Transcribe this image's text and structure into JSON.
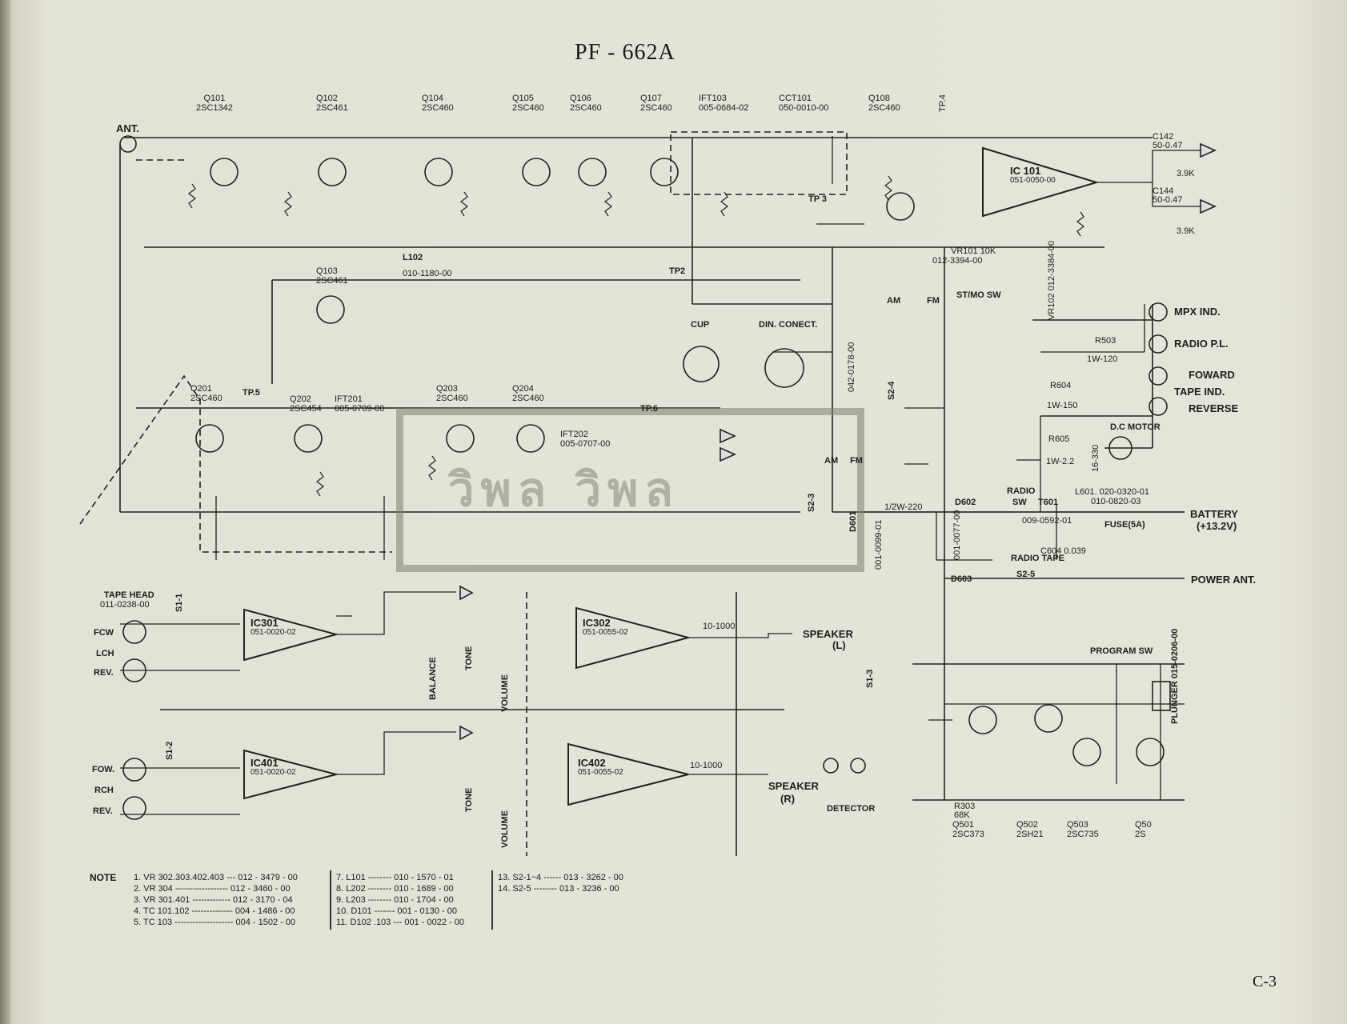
{
  "page": {
    "title": "PF - 662A",
    "page_number": "C-3",
    "watermark": "วิพล วิพล"
  },
  "transistors": [
    {
      "ref": "Q101",
      "part": "2SC1342"
    },
    {
      "ref": "Q102",
      "part": "2SC461"
    },
    {
      "ref": "Q104",
      "part": "2SC460"
    },
    {
      "ref": "Q105",
      "part": "2SC460"
    },
    {
      "ref": "Q106",
      "part": "2SC460"
    },
    {
      "ref": "Q107",
      "part": "2SC460"
    },
    {
      "ref": "IFT103",
      "part": "005-0684-02"
    },
    {
      "ref": "CCT101",
      "part": "050-0010-00"
    },
    {
      "ref": "Q108",
      "part": "2SC460"
    },
    {
      "ref": "Q103",
      "part": "2SC461"
    },
    {
      "ref": "Q201",
      "part": "2SC460"
    },
    {
      "ref": "Q202",
      "part": "2SC454"
    },
    {
      "ref": "IFT201",
      "part": "005-0709-00"
    },
    {
      "ref": "Q203",
      "part": "2SC460"
    },
    {
      "ref": "Q204",
      "part": "2SC460"
    },
    {
      "ref": "IFT202",
      "part": "005-0707-00"
    }
  ],
  "ics": [
    {
      "ref": "IC 101",
      "part": "051-0050-00"
    },
    {
      "ref": "IC301",
      "part": "051-0020-02"
    },
    {
      "ref": "IC302",
      "part": "051-0055-02"
    },
    {
      "ref": "IC401",
      "part": "051-0020-02"
    },
    {
      "ref": "IC402",
      "part": "051-0055-02"
    }
  ],
  "connectors": {
    "ant": "ANT.",
    "mpx_ind": "MPX IND.",
    "radio_pl": "RADIO P.L.",
    "foward": "FOWARD",
    "tape_ind": "TAPE IND.",
    "reverse": "REVERSE",
    "dc_motor": "D.C MOTOR",
    "battery": "BATTERY",
    "battery_v": "(+13.2V)",
    "fuse": "FUSE(5A)",
    "power_ant": "POWER ANT.",
    "speaker_l": "SPEAKER",
    "speaker_l2": "(L)",
    "speaker_r": "SPEAKER",
    "speaker_r2": "(R)",
    "tape_head": "TAPE HEAD",
    "tape_head_part": "011-0238-00",
    "fcw": "FCW",
    "lch": "LCH",
    "rev1": "REV.",
    "fow": "FOW.",
    "rch": "RCH",
    "rev2": "REV.",
    "detector": "DETECTOR",
    "program_sw": "PROGRAM SW",
    "plunger": "PLUNGER",
    "plunger_part": "015-0206-00",
    "st_mo_sw": "ST/MO SW",
    "cup": "CUP",
    "din_conect": "DIN. CONECT.",
    "am": "AM",
    "fm": "FM",
    "radio_sw": "RADIO",
    "sw": "SW",
    "radio_tape": "RADIO TAPE",
    "balance": "BALANCE",
    "tone": "TONE",
    "volume": "VOLUME",
    "t601": "T601",
    "l601": "L601. 020-0320-01",
    "l601b": "010-0820-03"
  },
  "bottom_transistors": [
    {
      "ref": "Q501",
      "part": "2SC373"
    },
    {
      "ref": "Q502",
      "part": "2SH21"
    },
    {
      "ref": "Q503",
      "part": "2SC735"
    },
    {
      "ref": "Q50",
      "part": "2S"
    }
  ],
  "test_points": [
    "TP.4",
    "TP2",
    "TP 3",
    "TP.5",
    "TP.6"
  ],
  "notes": {
    "heading": "NOTE",
    "col1": [
      "1. VR 302.303.402.403 --- 012 - 3479 - 00",
      "2. VR 304 ------------------ 012 - 3460 - 00",
      "3. VR 301.401 ------------- 012 - 3170 - 04",
      "4. TC 101.102 -------------- 004 - 1486 - 00",
      "5. TC 103 -------------------- 004 - 1502 - 00"
    ],
    "col2": [
      "7. L101 -------- 010 - 1570 - 01",
      "8. L202 -------- 010 - 1689 - 00",
      "9. L203 -------- 010 - 1704 - 00",
      "10. D101 ------- 001 - 0130 - 00",
      "11. D102 .103 --- 001 - 0022 - 00"
    ],
    "col3": [
      "13. S2-1~4 ------ 013 - 3262 - 00",
      "14. S2-5 -------- 013 - 3236 - 00"
    ]
  },
  "misc_labels": {
    "r602": "1/2W-220",
    "d602": "D602",
    "d603": "D603",
    "d601": "D601",
    "s2_5": "S2-5",
    "s2_3": "S2-3",
    "s2_4": "S2-4",
    "s1_1": "S1-1",
    "s1_2": "S1-2",
    "s1_3": "S1-3",
    "vr102": "VR102 012-3384-00",
    "vr101": "VR101 10K",
    "vr101p": "012-3394-00",
    "r503": "R503",
    "r503v": "1W-120",
    "r604": "R604",
    "r604v": "1W-150",
    "r605": "R605",
    "r605v": "1W-2.2",
    "c605": "16-330",
    "l102": "L102",
    "l102p": "010-1180-00",
    "c142": "C142",
    "c142v": "50-0.47",
    "c144": "C144",
    "c144v": "50-0.47",
    "r151": "3.9K",
    "r152": "3.9K",
    "c316": "10-1000",
    "c416": "10-1000",
    "din_part": "042-0178-00",
    "c601": "001-0099-01",
    "d601p": "001-0077-00",
    "t601p": "009-0592-01",
    "c604": "C604 0.039",
    "r303": "R303",
    "r303v": "68K"
  }
}
